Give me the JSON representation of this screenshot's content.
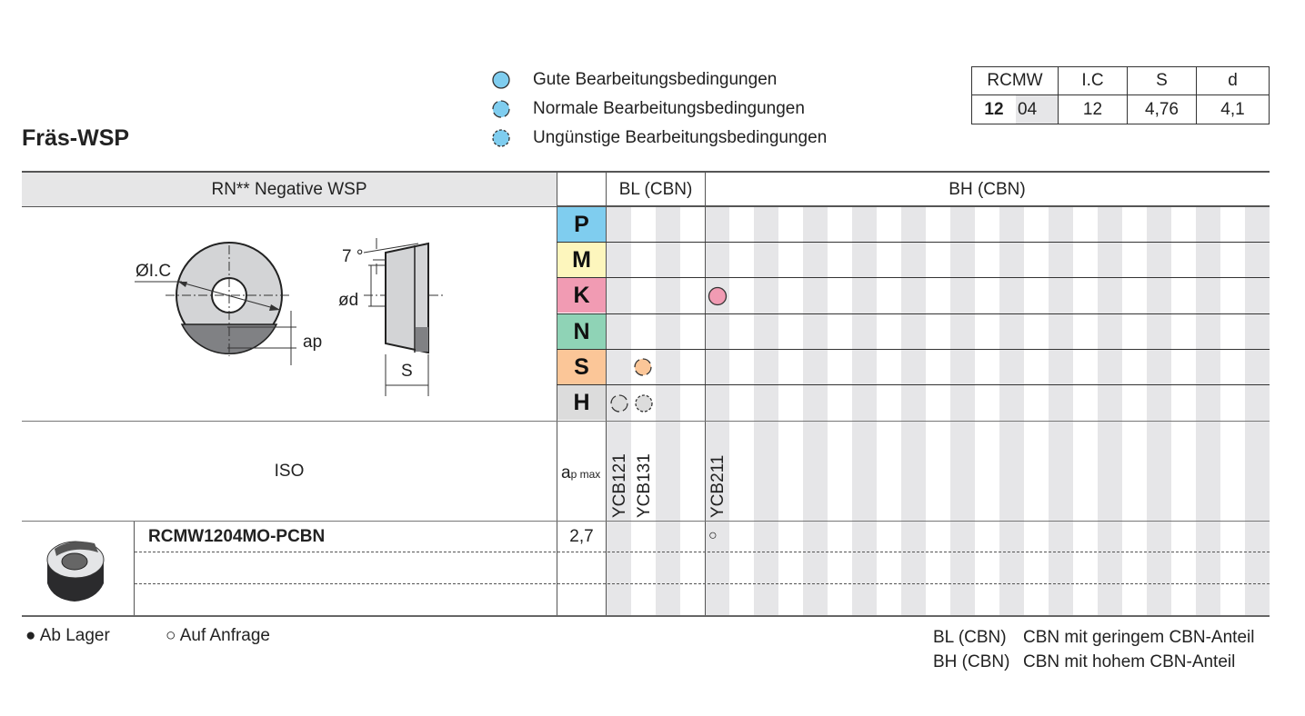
{
  "title": "Fräs-WSP",
  "legend": [
    {
      "icon": "good-conditions-icon",
      "label": "Gute Bearbeitungsbedingungen"
    },
    {
      "icon": "normal-conditions-icon",
      "label": "Normale Bearbeitungsbedingungen"
    },
    {
      "icon": "unfavorable-conditions-icon",
      "label": "Ungünstige Bearbeitungsbedingungen"
    }
  ],
  "spec_table": {
    "headers": [
      "RCMW",
      "I.C",
      "S",
      "d"
    ],
    "values": {
      "rcmw_a": "12",
      "rcmw_b": "04",
      "ic": "12",
      "s": "4,76",
      "d": "4,1"
    }
  },
  "table": {
    "header_left": "RN** Negative WSP",
    "group_bl": "BL (CBN)",
    "group_bh": "BH (CBN)",
    "materials": [
      {
        "letter": "P",
        "color": "#7fcdef"
      },
      {
        "letter": "M",
        "color": "#fdf6bd"
      },
      {
        "letter": "K",
        "color": "#f19bb3"
      },
      {
        "letter": "N",
        "color": "#8fd3b6"
      },
      {
        "letter": "S",
        "color": "#fbc698"
      },
      {
        "letter": "H",
        "color": "#dcdcdc"
      }
    ],
    "drawing_labels": {
      "ic": "ØI.C",
      "ap": "ap",
      "angle": "7 °",
      "d": "ød",
      "s": "S"
    },
    "iso_label": "ISO",
    "apmax_a": "a",
    "apmax_sub": "p max",
    "grades": [
      "YCB121",
      "YCB131",
      "YCB211"
    ],
    "product": {
      "name": "RCMW1204MO-PCBN",
      "apmax": "2,7",
      "availability_mark": "○"
    }
  },
  "footer": {
    "stock": "● Ab Lager",
    "request": "○ Auf Anfrage",
    "notes": [
      {
        "code": "BL (CBN)",
        "text": "CBN mit geringem CBN-Anteil"
      },
      {
        "code": "BH (CBN)",
        "text": "CBN mit hohem CBN-Anteil"
      }
    ]
  }
}
